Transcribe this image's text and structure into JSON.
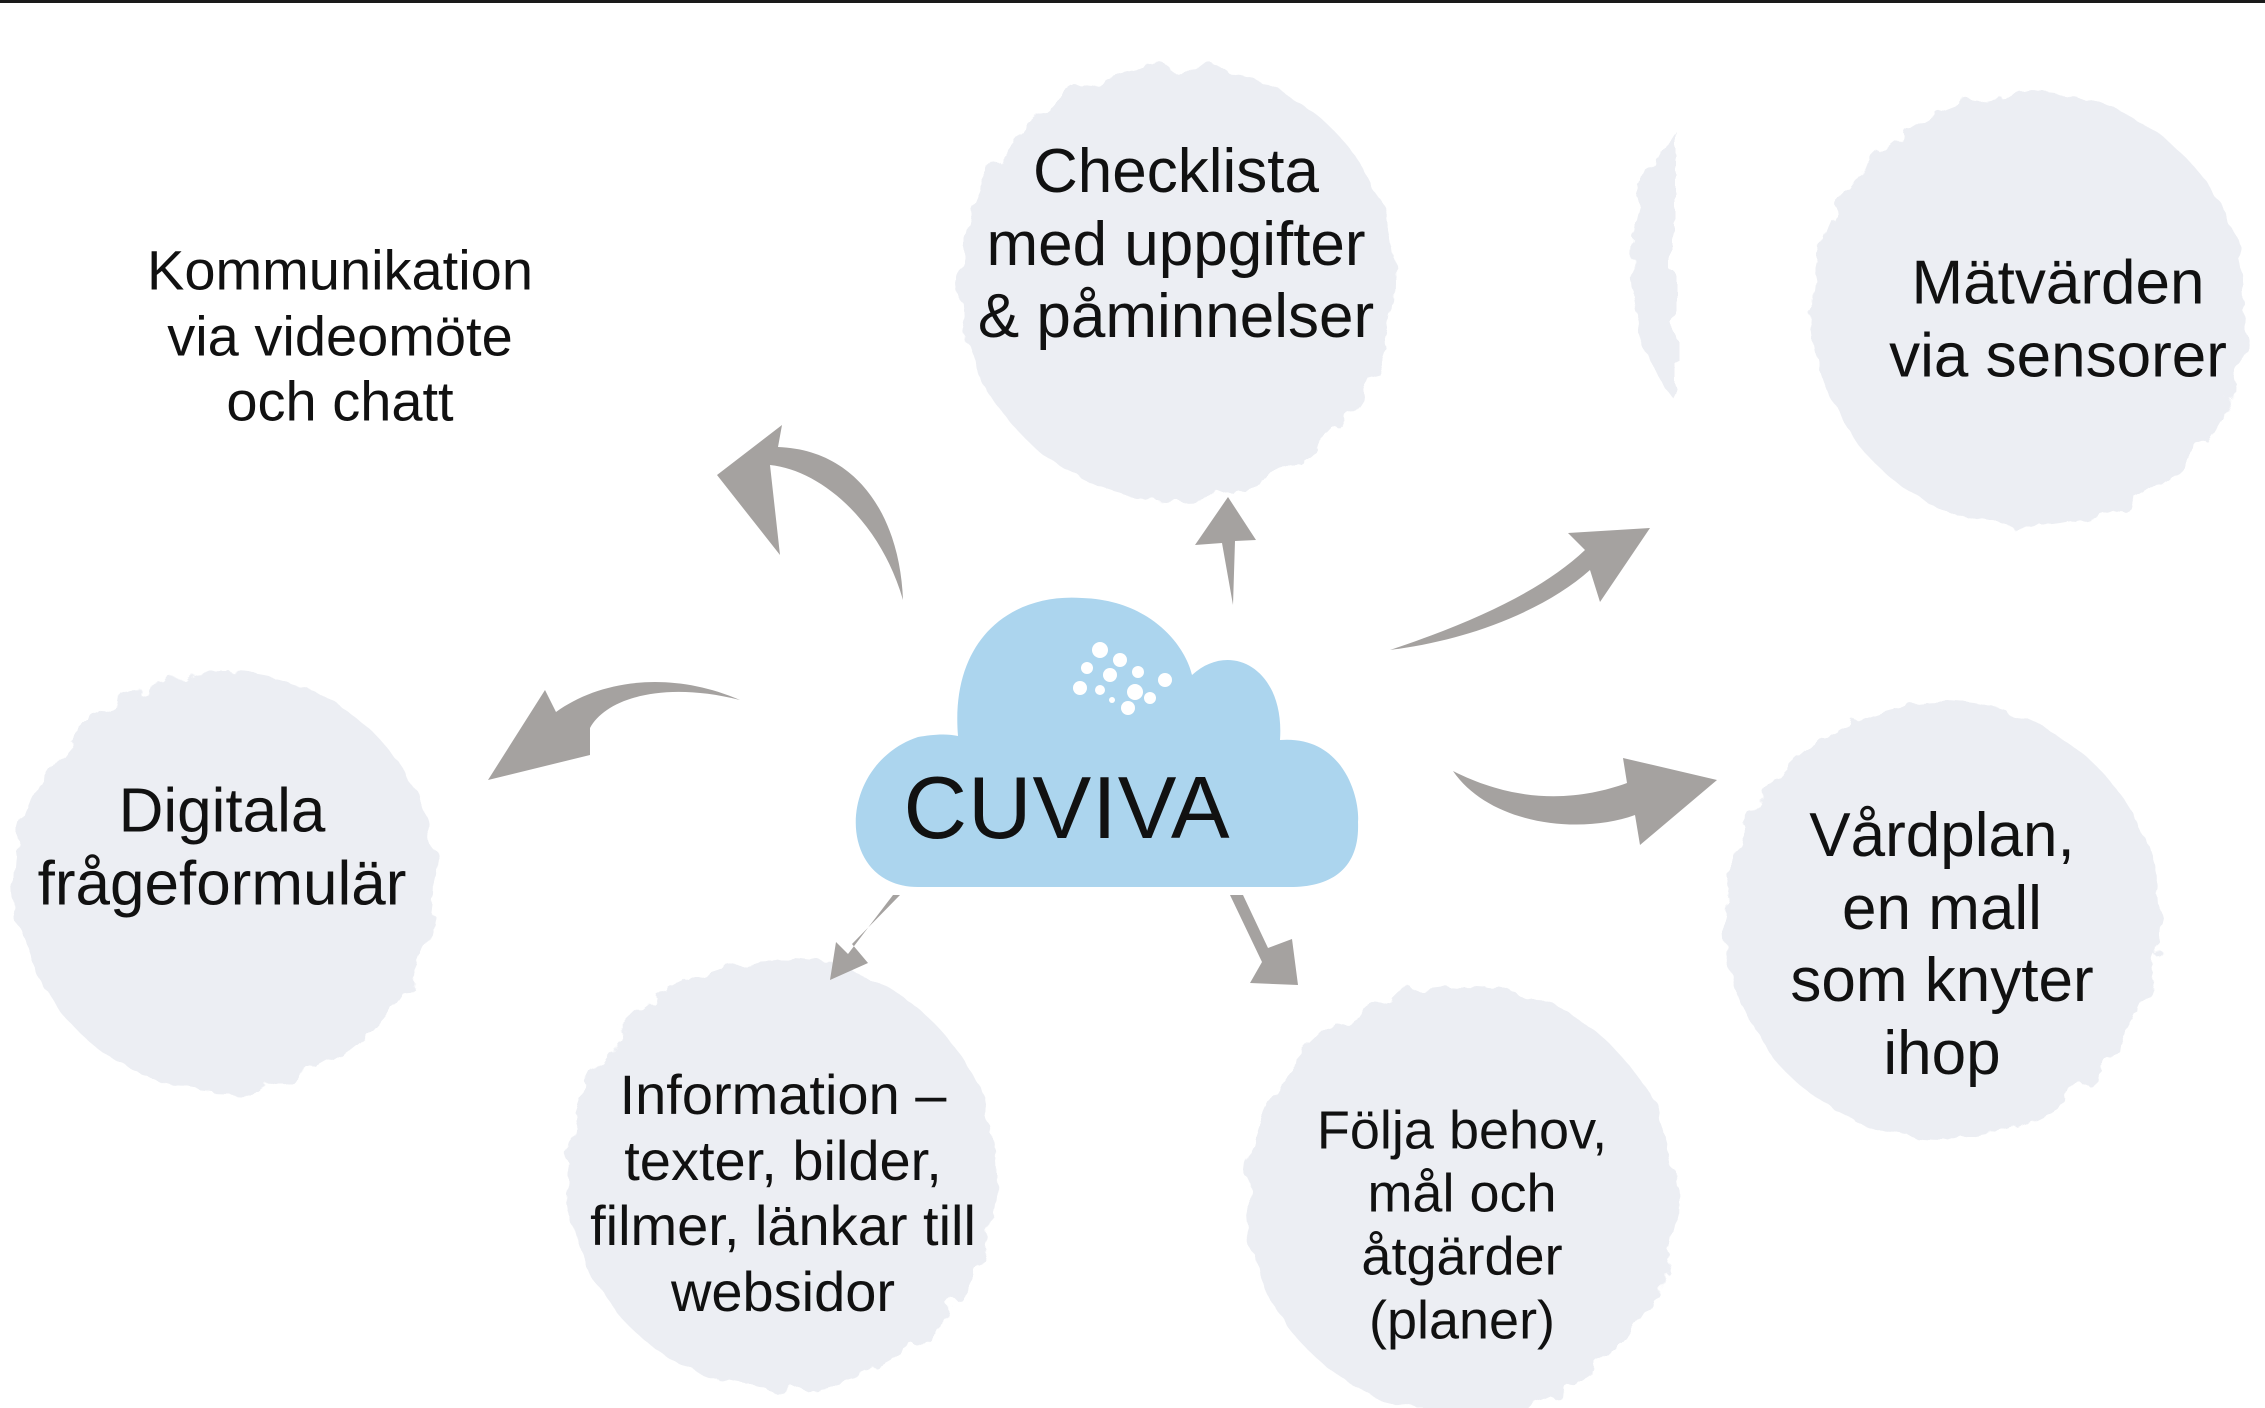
{
  "center": {
    "label": "CUVIVA"
  },
  "nodes": [
    {
      "id": "kommunikation",
      "lines": [
        "Kommunikation",
        "via videomöte",
        "och chatt"
      ]
    },
    {
      "id": "checklista",
      "lines": [
        "Checklista",
        "med uppgifter",
        "& påminnelser"
      ]
    },
    {
      "id": "matvarden",
      "lines": [
        "Mätvärden",
        "via sensorer"
      ]
    },
    {
      "id": "digitala",
      "lines": [
        "Digitala",
        "frågeformulär"
      ]
    },
    {
      "id": "vardplan",
      "lines": [
        "Vårdplan,",
        "en mall",
        "som knyter",
        "ihop"
      ]
    },
    {
      "id": "information",
      "lines": [
        "Information –",
        "texter, bilder,",
        "filmer, länkar till",
        "websidor"
      ]
    },
    {
      "id": "folja",
      "lines": [
        "Följa behov,",
        "mål och",
        "åtgärder",
        "(planer)"
      ]
    }
  ],
  "colors": {
    "cloud": "#acd5ee",
    "bubble": "#eceef3",
    "arrow": "#a5a2a0",
    "text": "#111111"
  }
}
